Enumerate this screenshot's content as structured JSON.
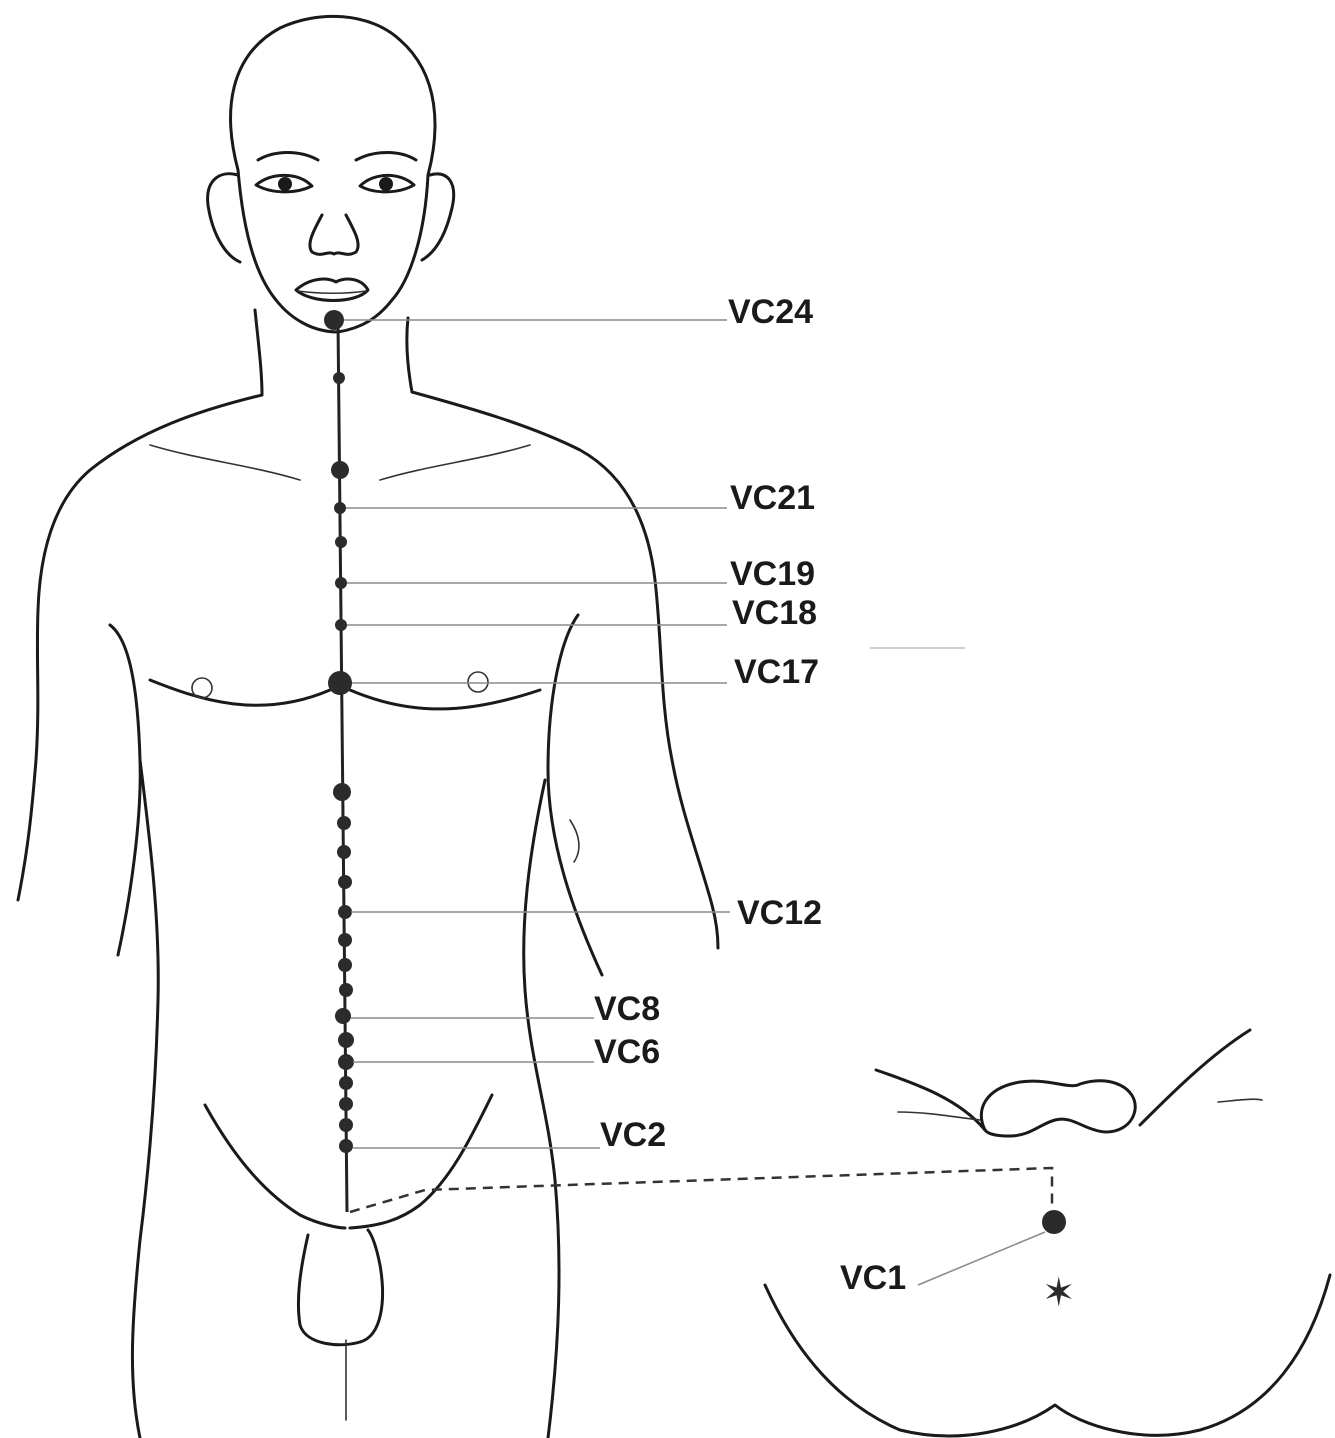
{
  "points": [
    {
      "id": "vc24",
      "label": "VC24"
    },
    {
      "id": "vc21",
      "label": "VC21"
    },
    {
      "id": "vc19",
      "label": "VC19"
    },
    {
      "id": "vc18",
      "label": "VC18"
    },
    {
      "id": "vc17",
      "label": "VC17"
    },
    {
      "id": "vc12",
      "label": "VC12"
    },
    {
      "id": "vc8",
      "label": "VC8"
    },
    {
      "id": "vc6",
      "label": "VC6"
    },
    {
      "id": "vc2",
      "label": "VC2"
    },
    {
      "id": "vc1",
      "label": "VC1"
    }
  ],
  "colors": {
    "outline": "#1a1a1a",
    "leader": "#8c8c8c",
    "point": "#2b2b2b",
    "background": "#ffffff"
  }
}
